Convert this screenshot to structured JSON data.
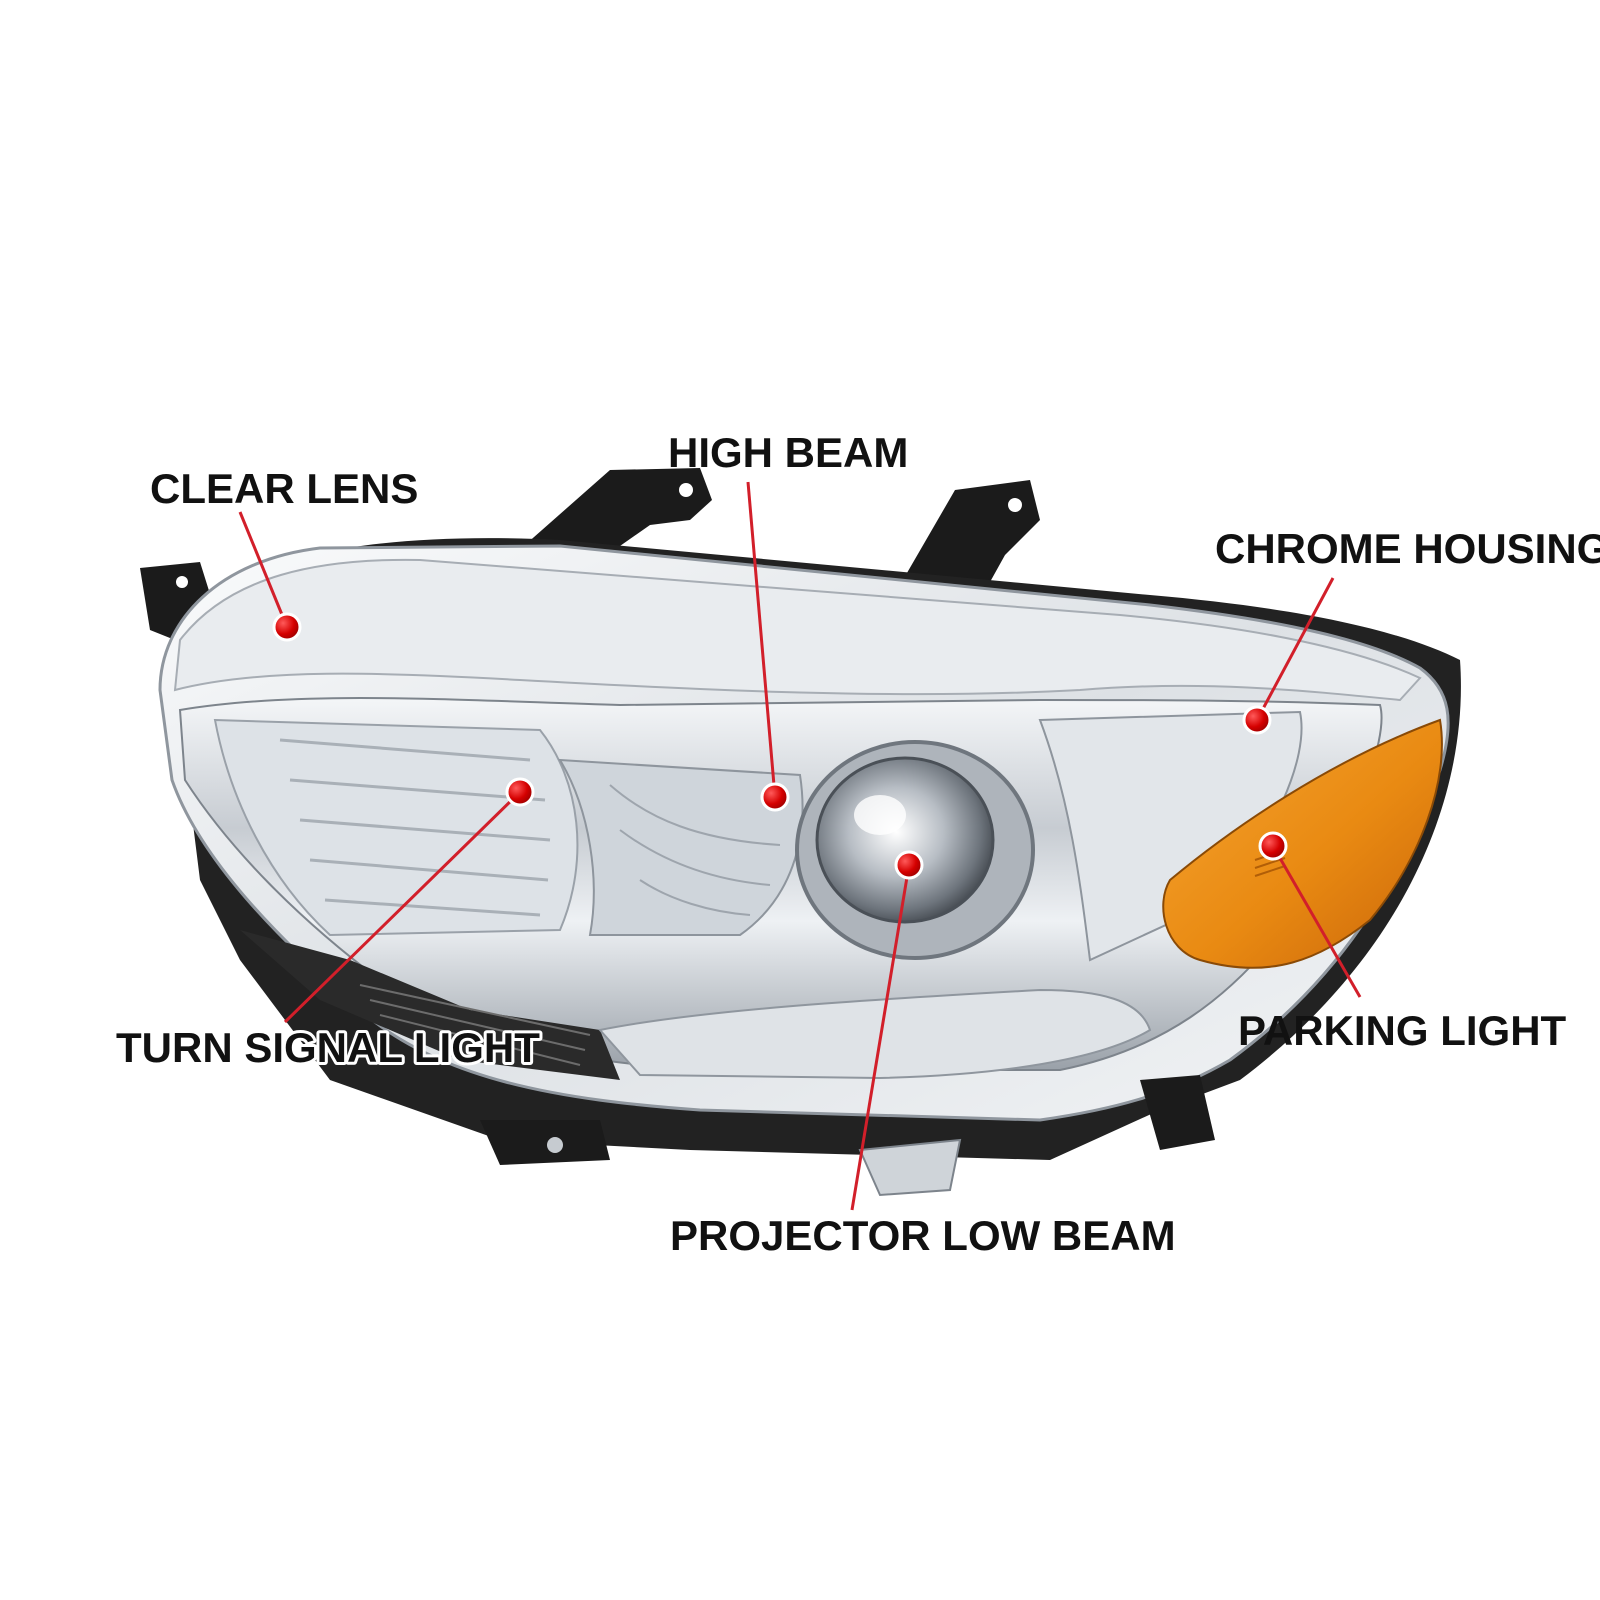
{
  "diagram": {
    "subject": "headlight-assembly",
    "colors": {
      "background": "#ffffff",
      "label_text": "#111111",
      "leader_line": "#d21f2a",
      "marker_dot": "#d50000",
      "amber_lens": "#e98a12",
      "chrome": "#c9ced4",
      "black_plastic": "#1b1b1b"
    },
    "callouts": [
      {
        "id": "clear-lens",
        "label": "CLEAR LENS"
      },
      {
        "id": "high-beam",
        "label": "HIGH BEAM"
      },
      {
        "id": "chrome-housing",
        "label": "CHROME HOUSING"
      },
      {
        "id": "turn-signal-light",
        "label": "TURN SIGNAL LIGHT"
      },
      {
        "id": "parking-light",
        "label": "PARKING LIGHT"
      },
      {
        "id": "projector-low-beam",
        "label": "PROJECTOR LOW BEAM"
      }
    ]
  }
}
